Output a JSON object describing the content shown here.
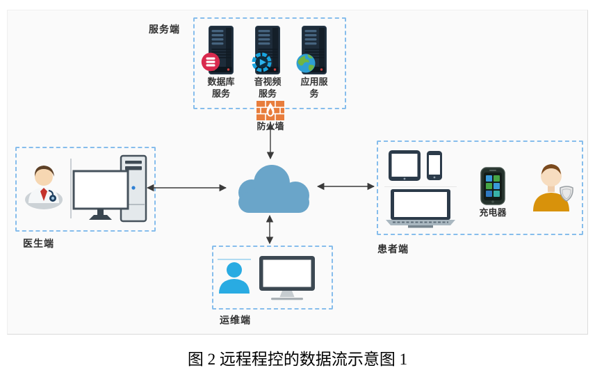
{
  "caption": "图 2 远程程控的数据流示意图 1",
  "server_group": {
    "label": "服务端",
    "firewall_label": "防火墙",
    "servers": [
      {
        "name": "database-service",
        "line1": "数据库",
        "line2": "服务"
      },
      {
        "name": "audio-video-service",
        "line1": "音视频",
        "line2": "服务"
      },
      {
        "name": "application-service",
        "line1": "应用服",
        "line2": "务"
      }
    ]
  },
  "doctor_group": {
    "label": "医生端"
  },
  "patient_group": {
    "label": "患者端",
    "charger_label": "充电器"
  },
  "ops_group": {
    "label": "运维端"
  },
  "colors": {
    "dashed_border": "#86bdec",
    "cloud": "#6aa5c9",
    "server_body": "#1e2c3a",
    "database_badge": "#d92a4e",
    "video_badge": "#18a4df",
    "globe_sea": "#2e9fd4",
    "globe_land": "#6fb544",
    "firewall_orange": "#e87d3c",
    "person_cyan": "#29abe2",
    "patient_shirt": "#d8920b",
    "arrow": "#3a3a3a"
  }
}
